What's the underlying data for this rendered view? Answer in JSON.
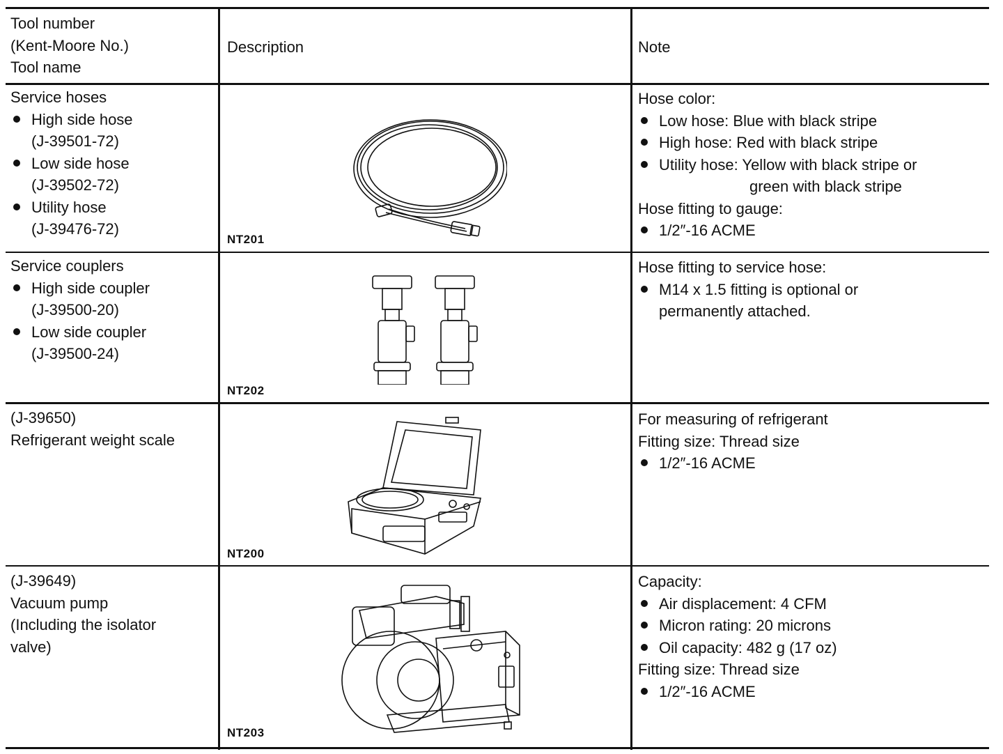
{
  "header": {
    "tool_col": [
      "Tool number",
      "(Kent-Moore No.)",
      "Tool name"
    ],
    "description_col": "Description",
    "note_col": "Note"
  },
  "rows": [
    {
      "tool_title": "Service hoses",
      "tool_items": [
        {
          "name": "High side hose",
          "number": "(J-39501-72)"
        },
        {
          "name": "Low side hose",
          "number": "(J-39502-72)"
        },
        {
          "name": "Utility hose",
          "number": "(J-39476-72)"
        }
      ],
      "figure_icon": "service-hose-figure",
      "figure_label": "NT201",
      "note_lines": {
        "l1": "Hose color:",
        "b1": "Low hose: Blue with black stripe",
        "b2": "High hose: Red with black stripe",
        "b3": "Utility hose: Yellow with black stripe or",
        "b3_cont": "green with black stripe",
        "l2": "Hose fitting to gauge:",
        "b4": "1/2″-16 ACME"
      }
    },
    {
      "tool_title": "Service couplers",
      "tool_items": [
        {
          "name": "High side coupler",
          "number": "(J-39500-20)"
        },
        {
          "name": "Low side coupler",
          "number": "(J-39500-24)"
        }
      ],
      "figure_icon": "service-coupler-figure",
      "figure_label": "NT202",
      "note_lines": {
        "l1": "Hose fitting to service hose:",
        "b1": "M14 x 1.5 fitting is optional or",
        "b1_cont": "permanently attached."
      }
    },
    {
      "tool_lines": [
        "(J-39650)",
        "Refrigerant weight scale"
      ],
      "figure_icon": "weight-scale-figure",
      "figure_label": "NT200",
      "note_lines": {
        "l1": "For measuring of refrigerant",
        "l2": "Fitting size: Thread size",
        "b1": "1/2″-16 ACME"
      }
    },
    {
      "tool_lines": [
        "(J-39649)",
        "Vacuum pump",
        "(Including the isolator",
        "valve)"
      ],
      "figure_icon": "vacuum-pump-figure",
      "figure_label": "NT203",
      "note_lines": {
        "l1": "Capacity:",
        "b1": "Air displacement: 4 CFM",
        "b2": "Micron rating: 20 microns",
        "b3": "Oil capacity: 482 g (17 oz)",
        "l2": "Fitting size: Thread size",
        "b4": "1/2″-16 ACME"
      }
    }
  ]
}
